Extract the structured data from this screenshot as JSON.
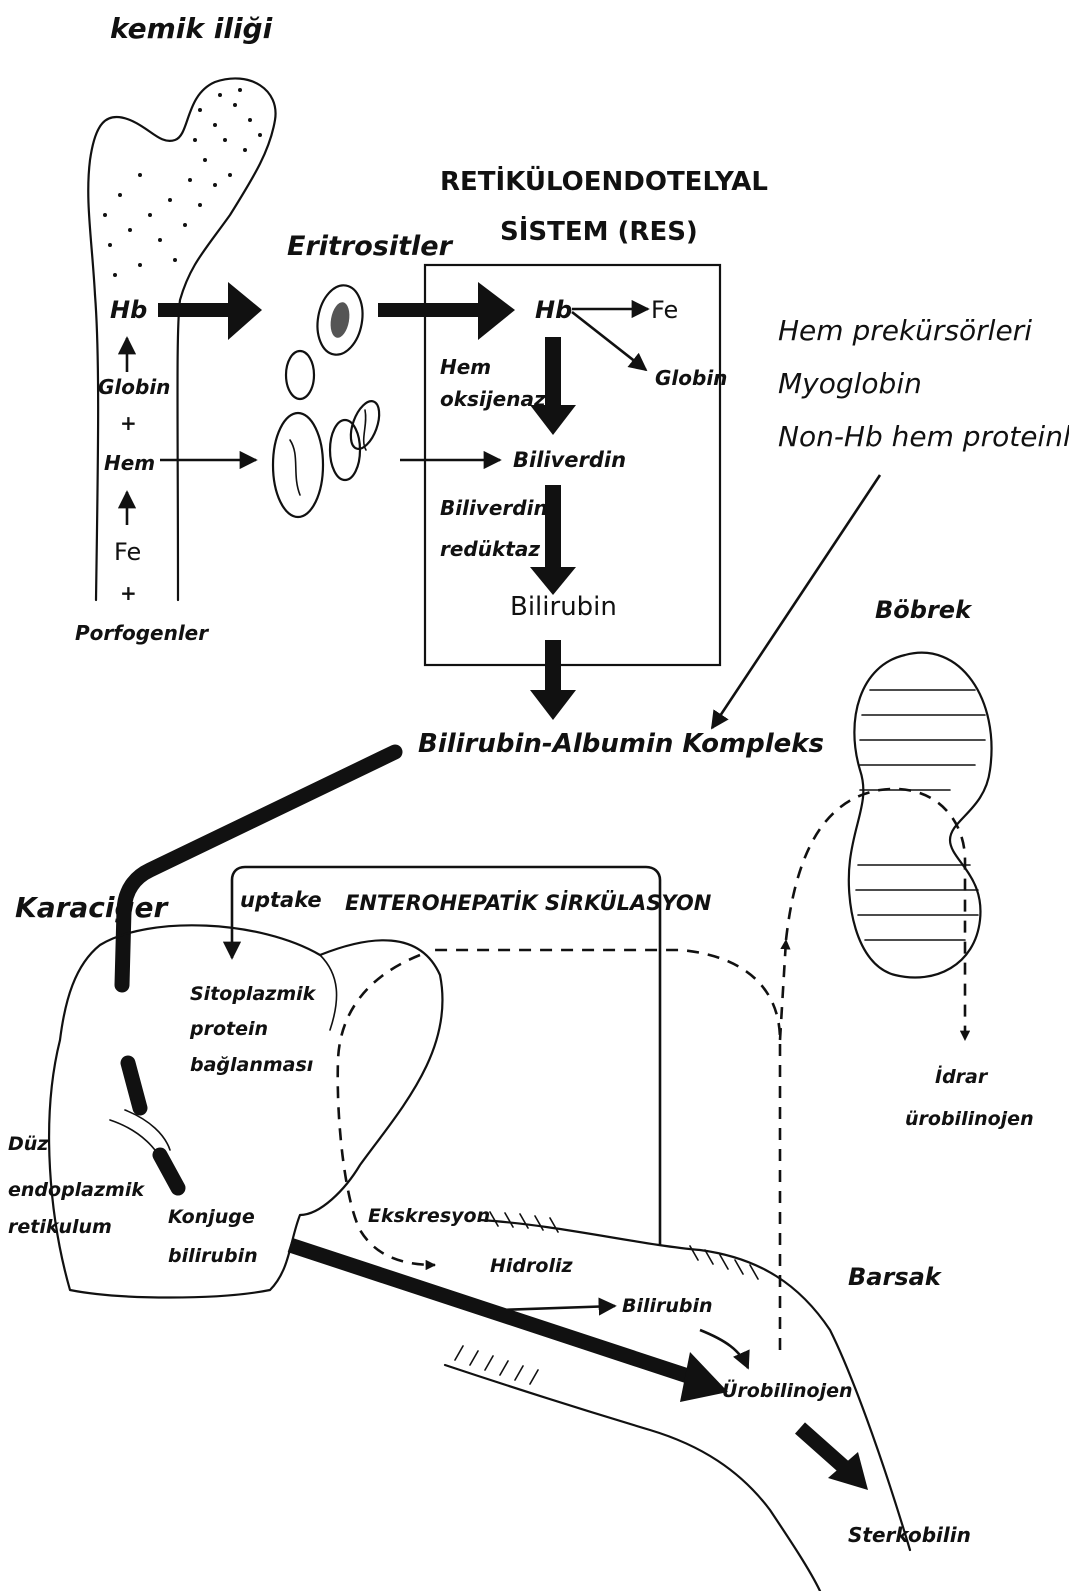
{
  "labels": {
    "kemik_iligi": "kemik iliği",
    "hb_bone": "Hb",
    "globin_bone": "Globin",
    "plus1": "+",
    "hem": "Hem",
    "fe_bone": "Fe",
    "plus2": "+",
    "porfogenler": "Porfogenler",
    "eritrositler": "Eritrositler",
    "res_title_1": "RETİKÜLOENDOTELYAL",
    "res_title_2": "SİSTEM (RES)",
    "hb_res": "Hb",
    "fe_res": "Fe",
    "globin_res": "Globin",
    "hem_oksijenaz_1": "Hem",
    "hem_oksijenaz_2": "oksijenaz",
    "biliverdin": "Biliverdin",
    "biliverdin_reduktaz_1": "Biliverdin",
    "biliverdin_reduktaz_2": "redüktaz",
    "bilirubin_res": "Bilirubin",
    "hem_prekursorleri": "Hem prekürsörleri",
    "myoglobin": "Myoglobin",
    "non_hb": "Non-Hb hem proteinleri",
    "bobrek": "Böbrek",
    "bilirubin_albumin": "Bilirubin-Albumin Kompleks",
    "karaciger": "Karaciğer",
    "uptake": "uptake",
    "enterohepatik": "ENTEROHEPATİK SİRKÜLASYON",
    "sitoplazmik_1": "Sitoplazmik",
    "sitoplazmik_2": "protein",
    "sitoplazmik_3": "bağlanması",
    "duz_1": "Düz",
    "duz_2": "endoplazmik",
    "duz_3": "retikulum",
    "konjuge_1": "Konjuge",
    "konjuge_2": "bilirubin",
    "ekskresyon": "Ekskresyon",
    "hidroliz": "Hidroliz",
    "bilirubin_gut": "Bilirubin",
    "barsak": "Barsak",
    "urobilinojen": "Ürobilinojen",
    "idrar_1": "İdrar",
    "idrar_2": "ürobilinojen",
    "sterkobilin": "Sterkobilin"
  }
}
